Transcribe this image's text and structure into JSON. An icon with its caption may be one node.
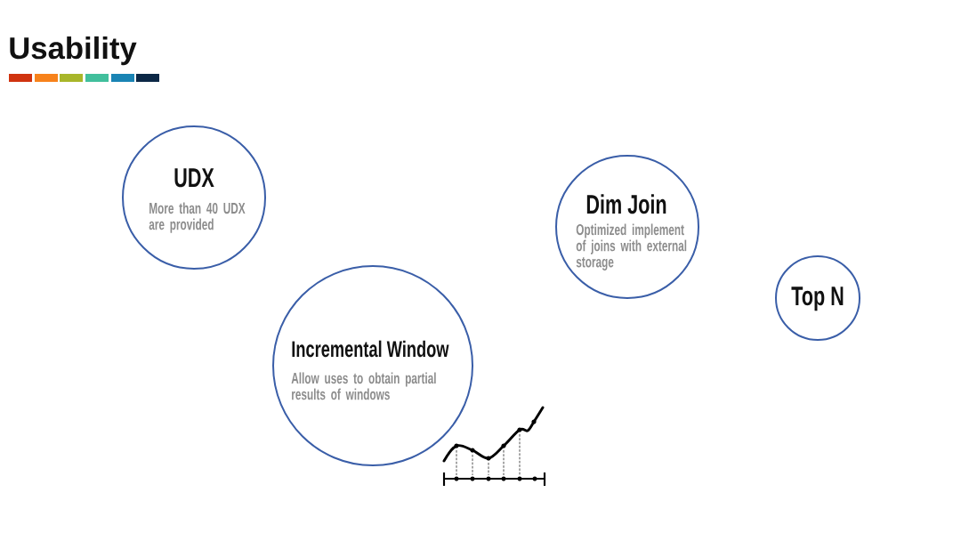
{
  "diagram": {
    "title": "Usability",
    "nodes": [
      {
        "text": [
          "UDX",
          "More than 40 UDX are provided"
        ]
      },
      {
        "text": [
          "Dim Join",
          "Optimized implement of joins with external storage"
        ]
      },
      {
        "text": [
          "Top N"
        ]
      },
      {
        "text": [
          "Incremental Window",
          "Allow uses to obtain partial results of windows"
        ]
      }
    ]
  }
}
